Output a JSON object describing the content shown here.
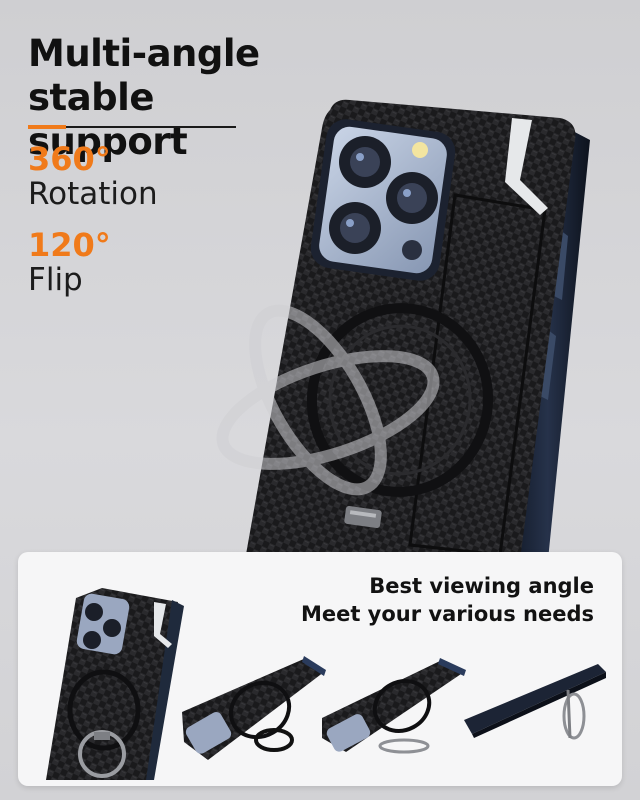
{
  "headline": {
    "line1": "Multi-angle stable",
    "line2": "support"
  },
  "specs": [
    {
      "value": "360°",
      "label": "Rotation"
    },
    {
      "value": "120°",
      "label": "Flip"
    }
  ],
  "bottom_panel": {
    "line1": "Best viewing angle",
    "line2": "Meet your various needs"
  },
  "colors": {
    "accent": "#f07a1a",
    "text": "#111111",
    "carbon": "#1b1b1d",
    "bumper": "#1f2a3c"
  },
  "icons": {
    "rotation_symbol": "rotation-orbit-icon"
  }
}
